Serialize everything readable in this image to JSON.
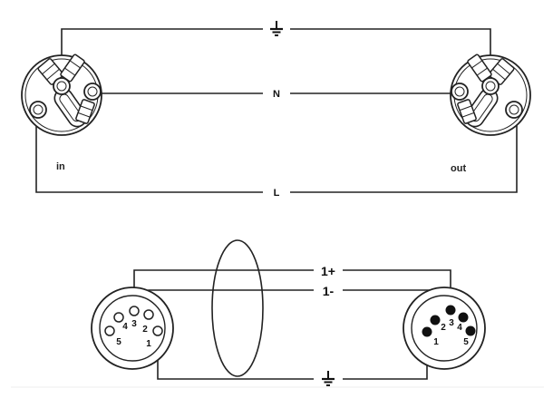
{
  "power": {
    "wire_labels": {
      "ground": "⏚",
      "neutral": "N",
      "line": "L"
    },
    "ground_icon": "ground-symbol-icon",
    "connector_in_label": "in",
    "connector_out_label": "out"
  },
  "dmx": {
    "wire_labels": {
      "plus": "1+",
      "minus": "1-",
      "ground": "⏚"
    },
    "ground_icon": "ground-symbol-icon",
    "left_pins": [
      "1",
      "2",
      "3",
      "4",
      "5"
    ],
    "right_pins": [
      "1",
      "2",
      "3",
      "4",
      "5"
    ]
  },
  "colors": {
    "line": "#222222",
    "filled_pin": "#111111",
    "background": "#ffffff"
  }
}
